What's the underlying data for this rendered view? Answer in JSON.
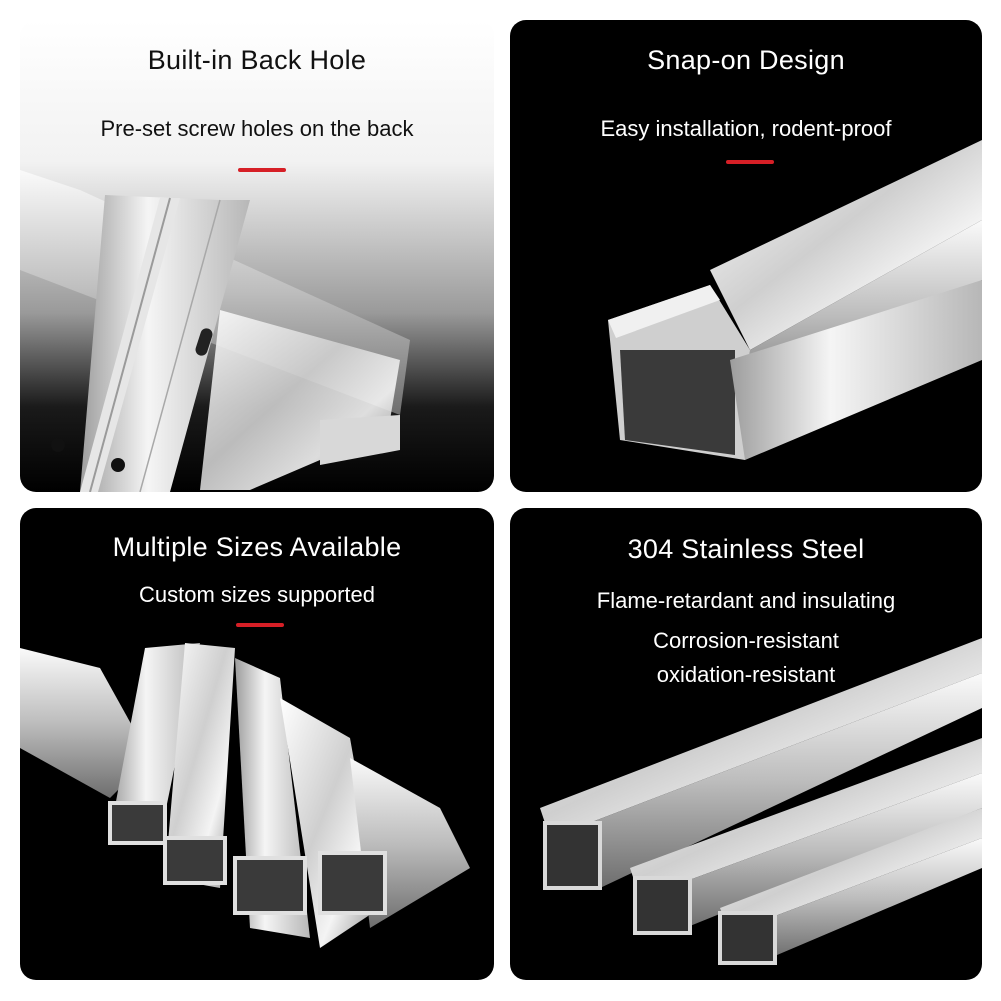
{
  "panels": [
    {
      "title": "Built-in Back Hole",
      "subtitle": "Pre-set screw holes on the back"
    },
    {
      "title": "Snap-on Design",
      "subtitle": "Easy installation, rodent-proof"
    },
    {
      "title": "Multiple Sizes Available",
      "subtitle": "Custom sizes supported"
    },
    {
      "title": "304 Stainless Steel",
      "lines": [
        "Flame-retardant and insulating",
        "Corrosion-resistant",
        "oxidation-resistant"
      ]
    }
  ],
  "colors": {
    "accent": "#d61f26",
    "panel_dark": "#000000",
    "steel": "#d9d9d9"
  },
  "icons": [
    "screw-hole-icon"
  ]
}
